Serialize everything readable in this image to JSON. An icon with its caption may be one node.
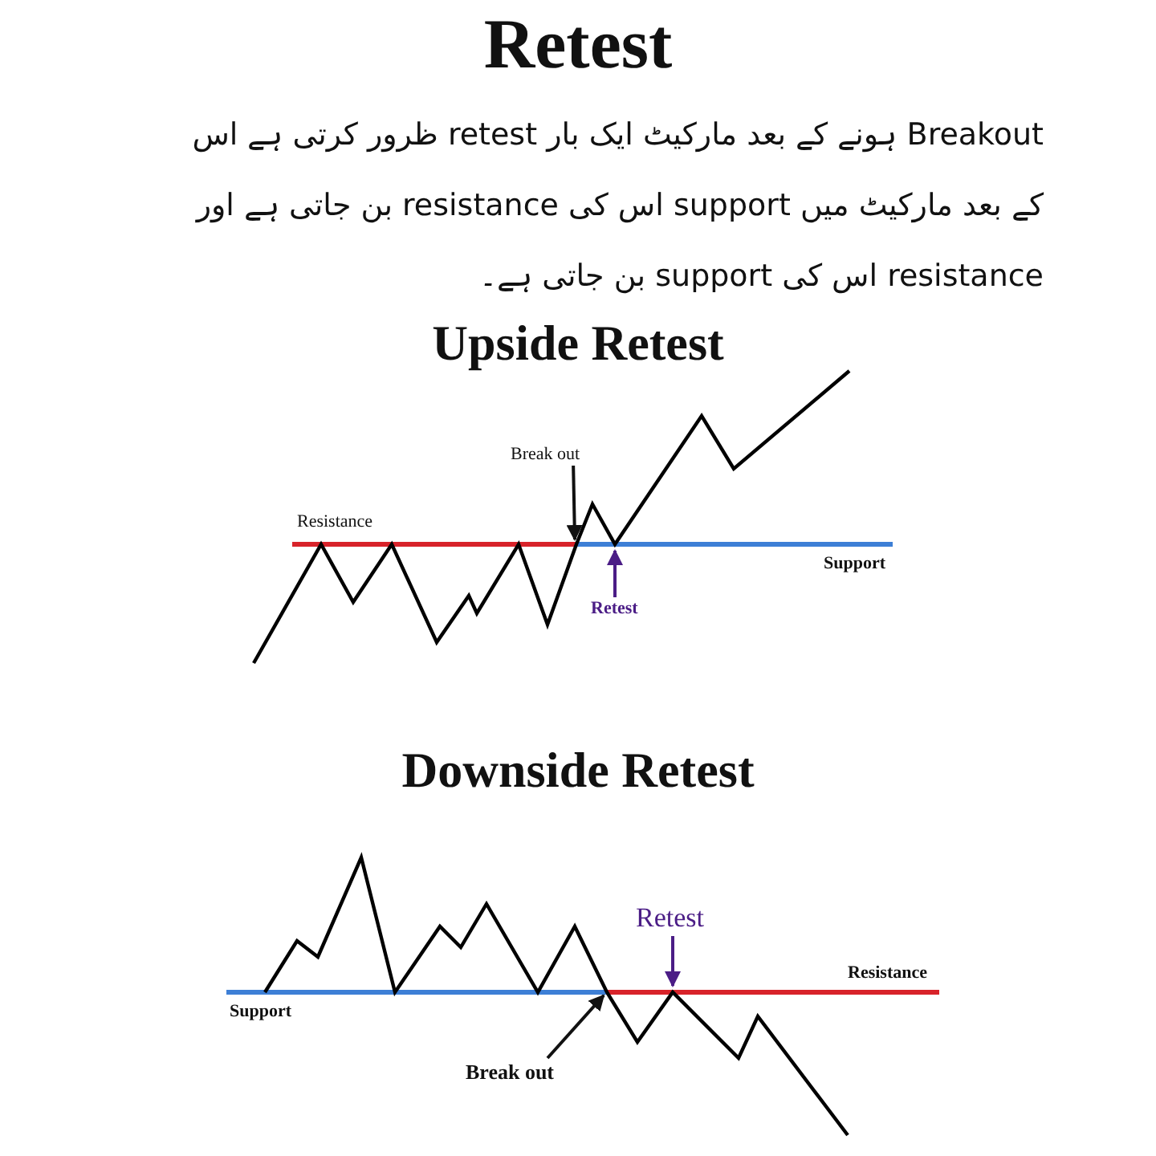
{
  "diagram": {
    "title": "Retest",
    "nodes": [
      {
        "text": [
          "Break out"
        ]
      },
      {
        "text": [
          "Retest"
        ]
      },
      {
        "text": [
          "Retest"
        ]
      },
      {
        "text": [
          "Break out"
        ]
      }
    ],
    "edges": [
      {
        "from": 0,
        "to": null,
        "arrow": "to"
      },
      {
        "from": 1,
        "to": null,
        "arrow": "to",
        "color": "#4b1d86"
      },
      {
        "from": 2,
        "to": null,
        "arrow": "to",
        "color": "#4b1d86"
      },
      {
        "from": 3,
        "to": null,
        "arrow": "to"
      }
    ],
    "labels": [
      "Breakout ہونے کے بعد مارکیٹ ایک بار retest ظرور کرتی ہے اس کے بعد مارکیٹ میں support اس کی resistance بن جاتی ہے اور resistance اس کی support بن جاتی ہے۔",
      "Upside Retest",
      "Resistance",
      "Support",
      "Downside Retest",
      "Resistance",
      "Support"
    ]
  }
}
